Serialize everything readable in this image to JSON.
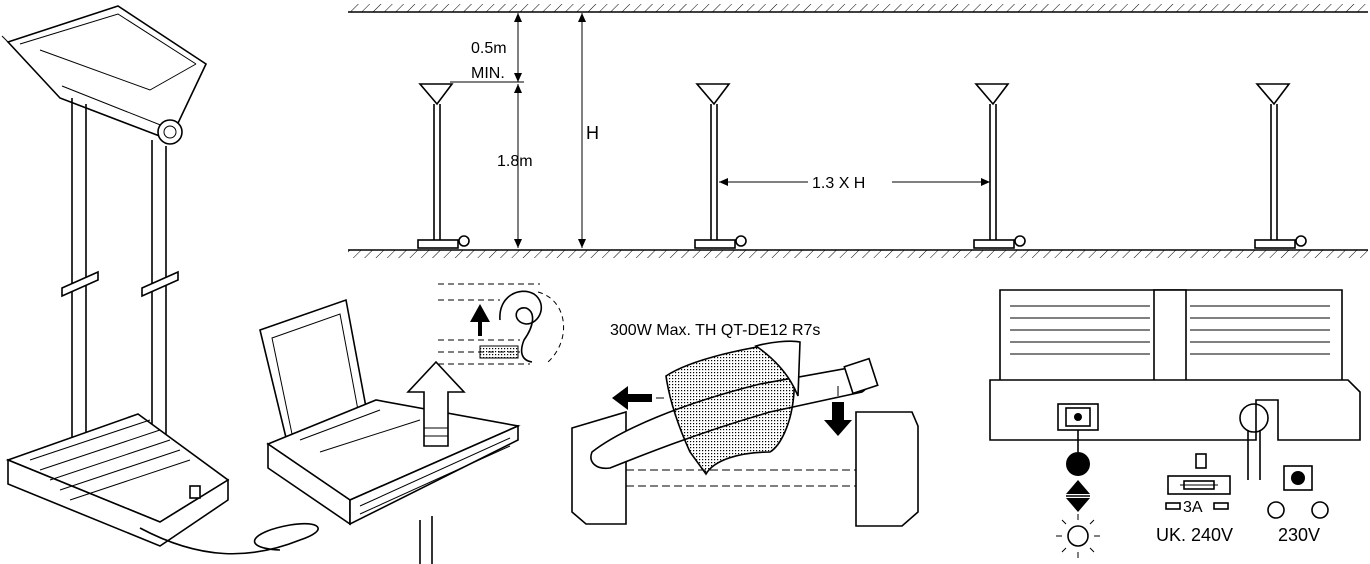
{
  "spacing": {
    "clearance": "0.5m",
    "clearance_note": "MIN.",
    "height": "1.8m",
    "ceiling": "H",
    "distance": "1.3 X H"
  },
  "lamp": {
    "spec": "300W Max. TH QT-DE12 R7s"
  },
  "electrical": {
    "fuse": "3A",
    "uk_voltage": "UK. 240V",
    "eu_voltage": "230V"
  }
}
